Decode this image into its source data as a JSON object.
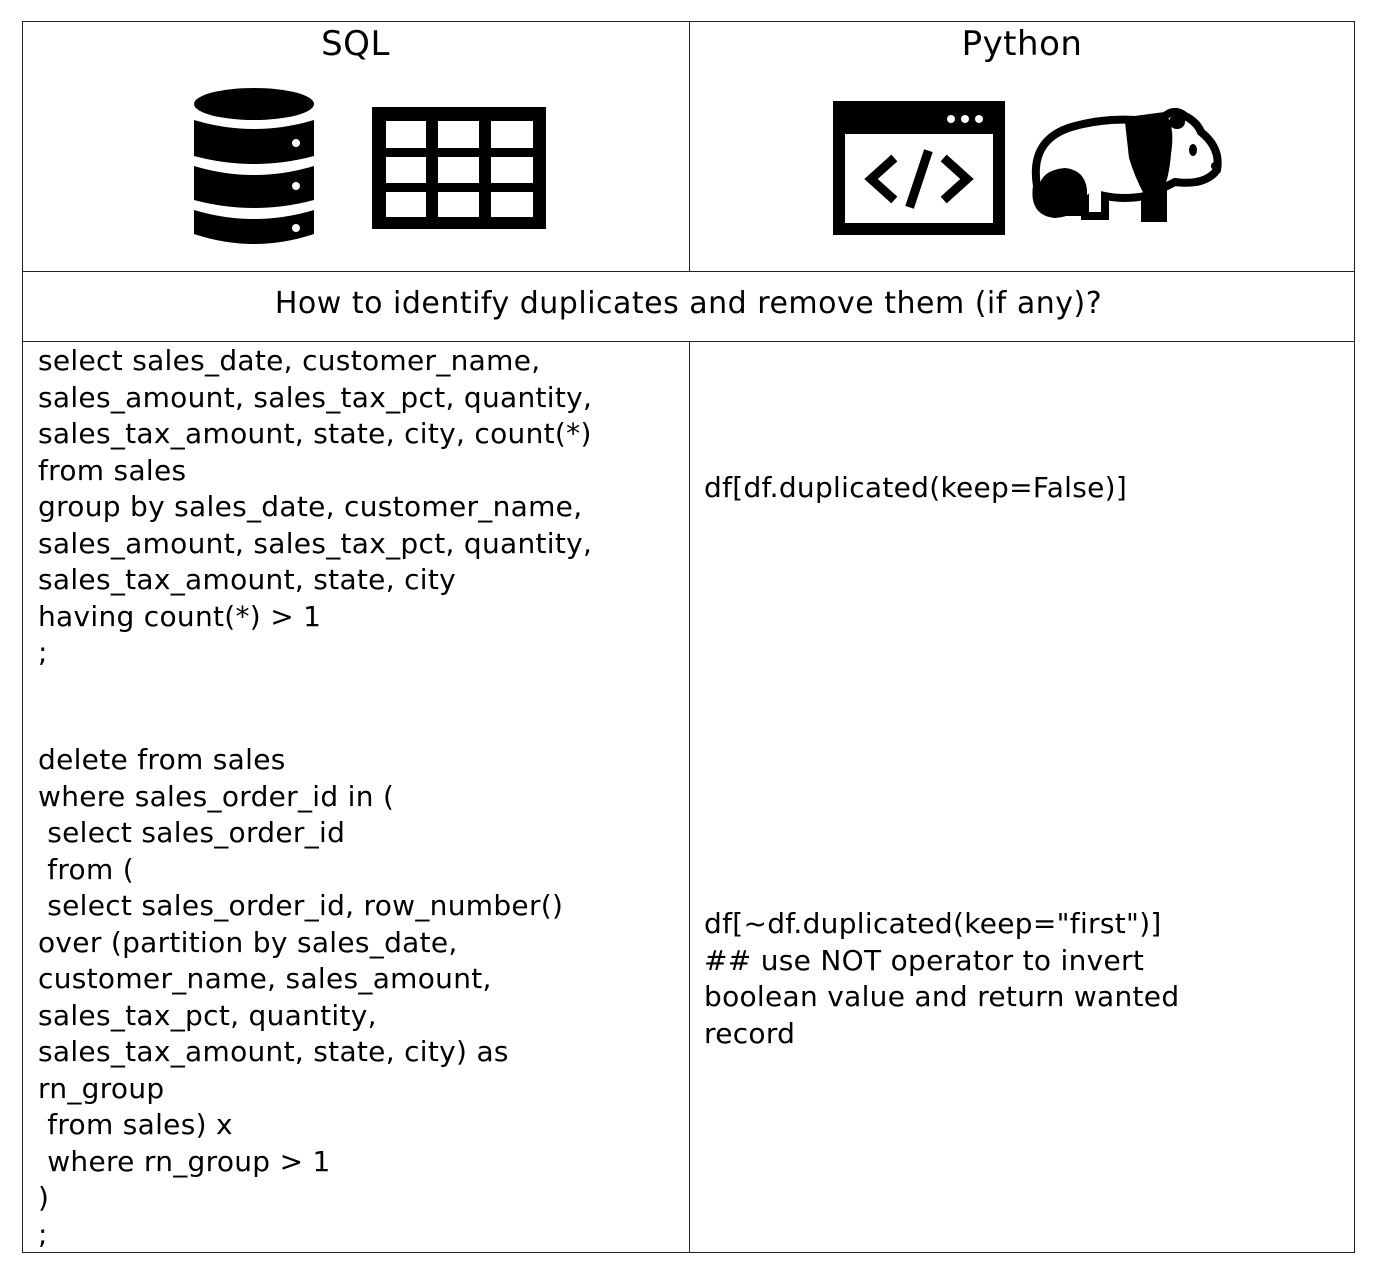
{
  "header": {
    "left_title": "SQL",
    "right_title": "Python",
    "left_icons": [
      "database-icon",
      "table-grid-icon"
    ],
    "right_icons": [
      "code-window-icon",
      "panda-icon"
    ]
  },
  "question": "How to identify duplicates and remove them (if any)?",
  "sql_identify": "select sales_date, customer_name,\nsales_amount, sales_tax_pct, quantity,\nsales_tax_amount, state, city, count(*)\nfrom sales\ngroup by sales_date, customer_name,\nsales_amount, sales_tax_pct, quantity,\nsales_tax_amount, state, city\nhaving count(*) > 1\n;",
  "sql_delete": "delete from sales\nwhere sales_order_id in (\n select sales_order_id\n from (\n select sales_order_id, row_number()\nover (partition by sales_date,\ncustomer_name, sales_amount,\nsales_tax_pct, quantity,\nsales_tax_amount, state, city) as\nrn_group\n from sales) x\n where rn_group > 1\n)\n;",
  "python_identify": "df[df.duplicated(keep=False)]",
  "python_remove": "df[~df.duplicated(keep=\"first\")]\n## use NOT operator to invert\nboolean value and return wanted\nrecord"
}
